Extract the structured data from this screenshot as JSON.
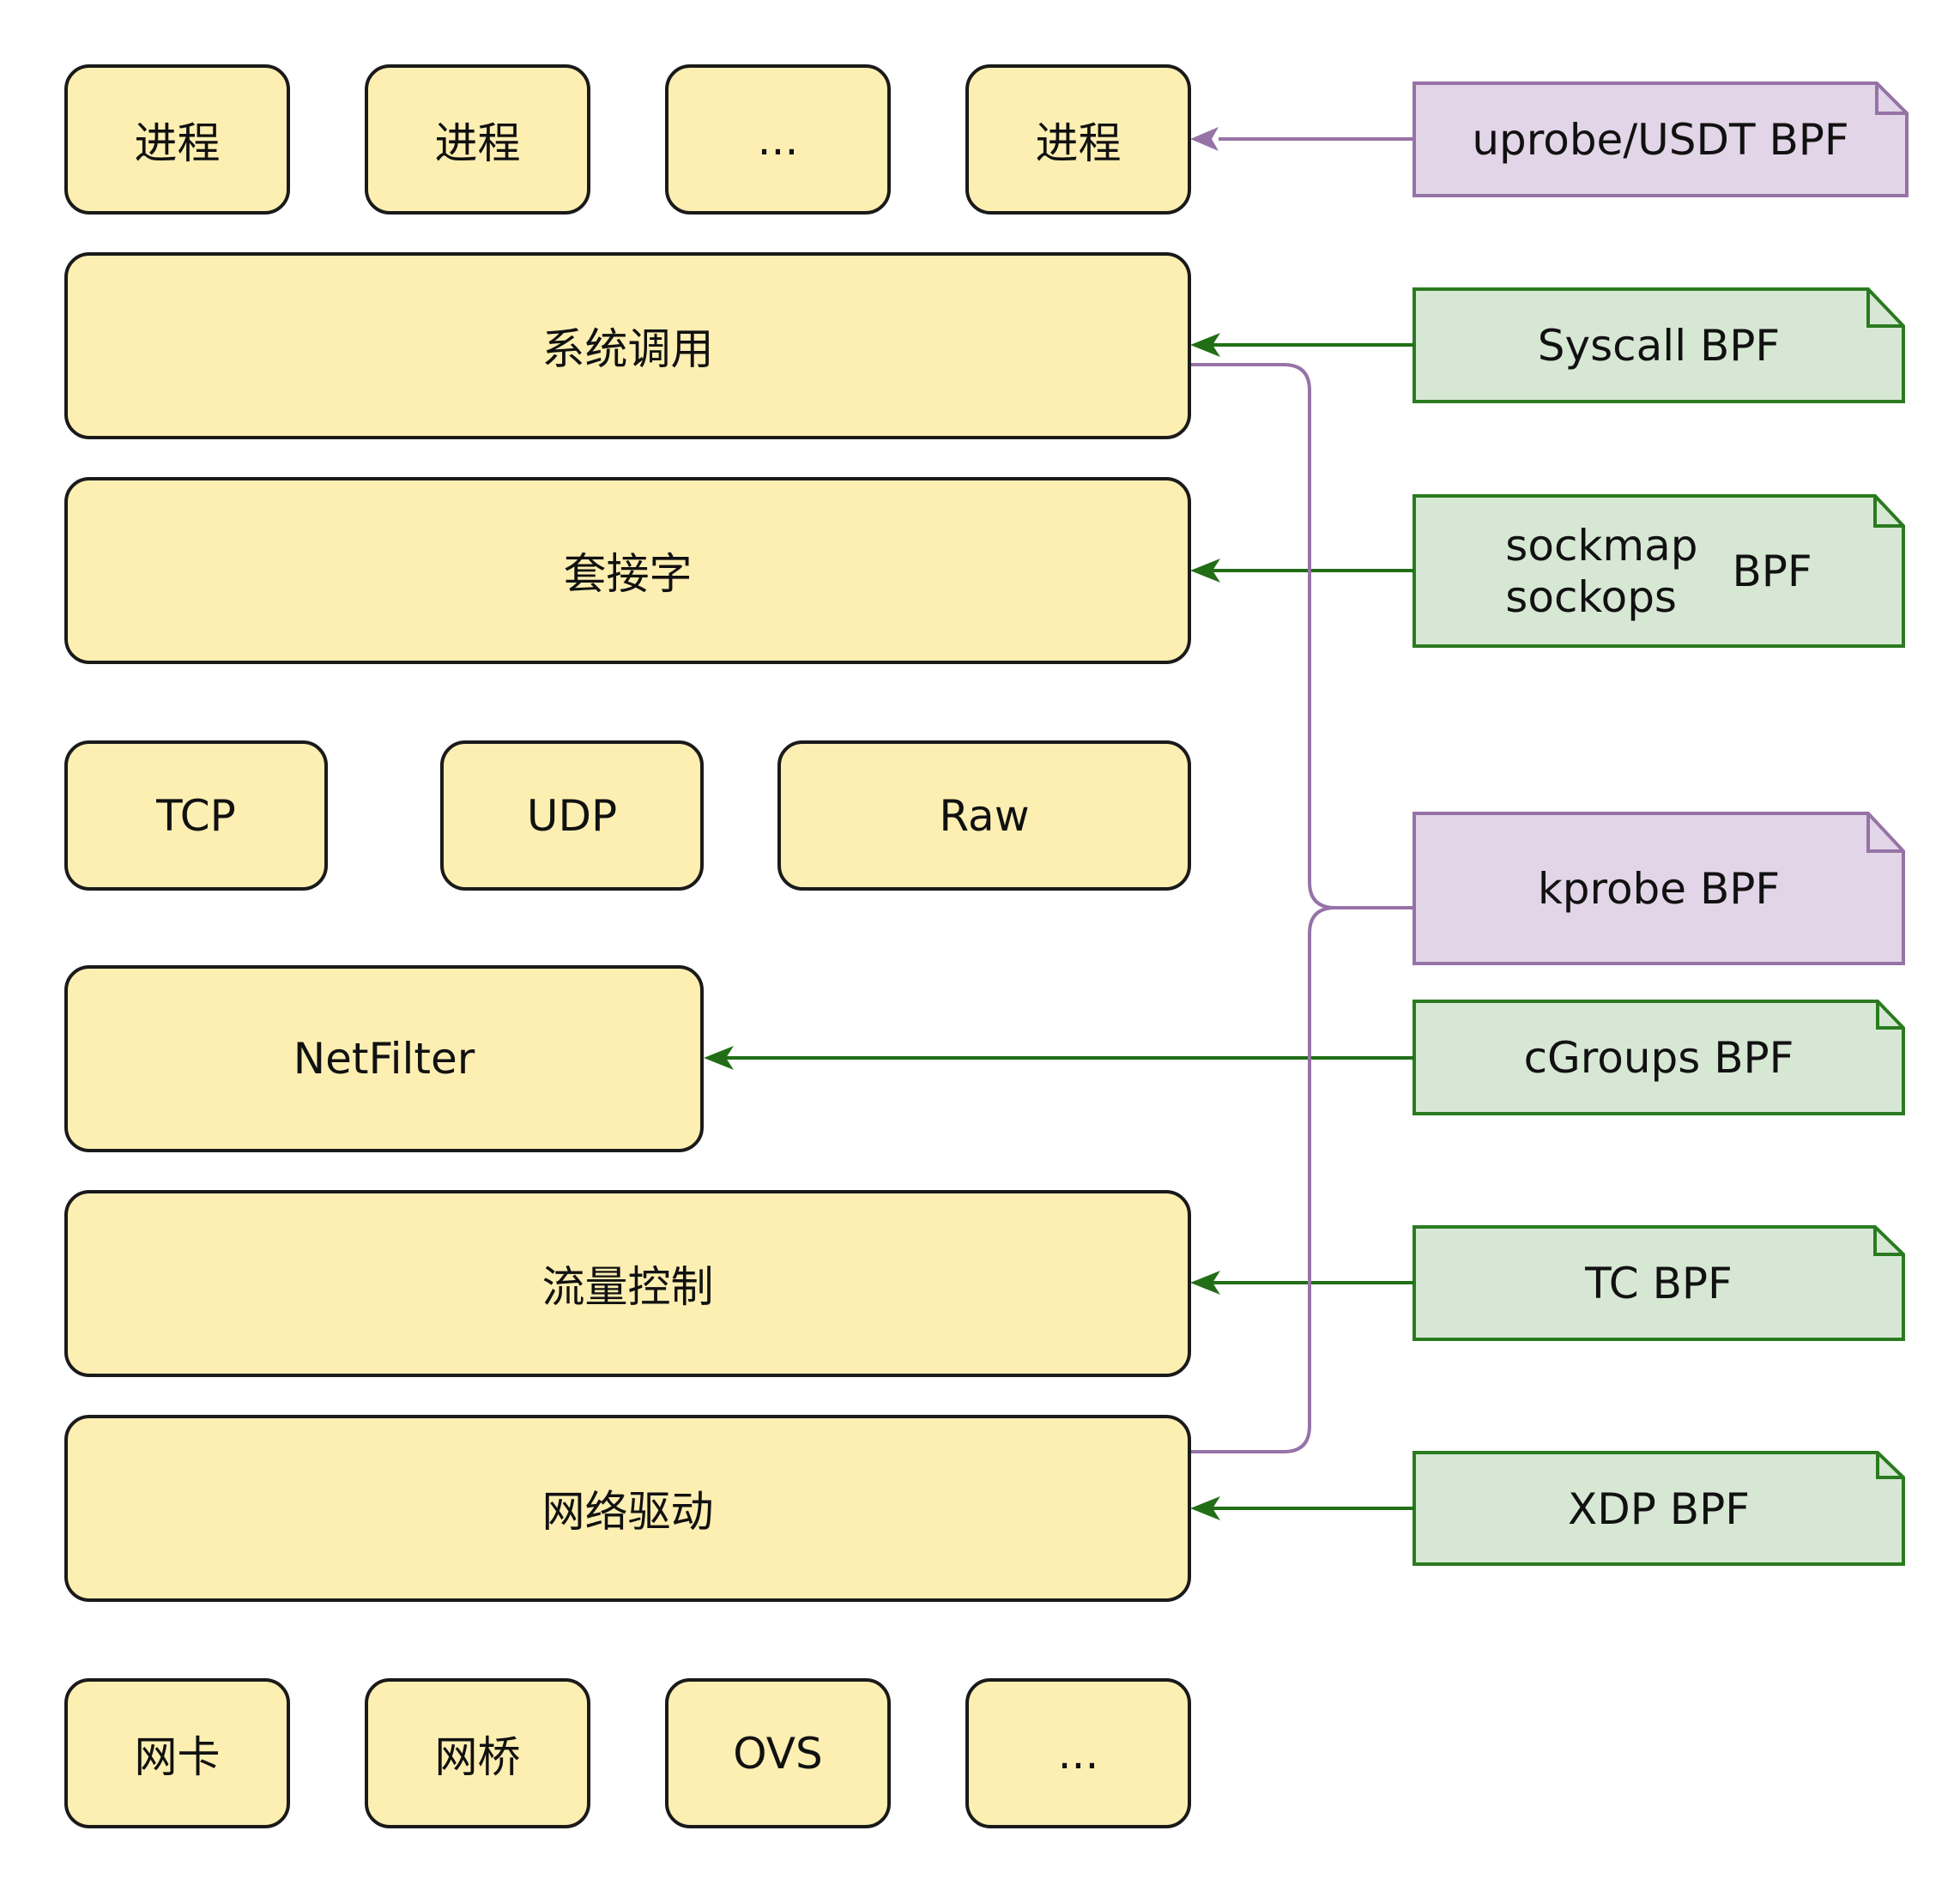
{
  "colors": {
    "box_fill": "#fdefb2",
    "box_stroke": "#1a1a1a",
    "green_fill": "#d6e8d4",
    "green_stroke": "#2a7b1f",
    "green_arrow": "#216e16",
    "purple_fill": "#e2d5e7",
    "purple_stroke": "#9673a6"
  },
  "layers": {
    "process_row": [
      "进程",
      "进程",
      "...",
      "进程"
    ],
    "syscall": "系统调用",
    "socket": "套接字",
    "protocol_row": [
      "TCP",
      "UDP",
      "Raw"
    ],
    "netfilter": "NetFilter",
    "traffic_control": "流量控制",
    "net_driver": "网络驱动",
    "device_row": [
      "网卡",
      "网桥",
      "OVS",
      "..."
    ]
  },
  "bpf_notes": {
    "uprobe": "uprobe/USDT BPF",
    "syscall": "Syscall BPF",
    "sockmap": "sockmap",
    "sockops": "sockops",
    "sock_suffix": "BPF",
    "kprobe": "kprobe BPF",
    "cgroups": "cGroups BPF",
    "tc": "TC BPF",
    "xdp": "XDP BPF"
  }
}
